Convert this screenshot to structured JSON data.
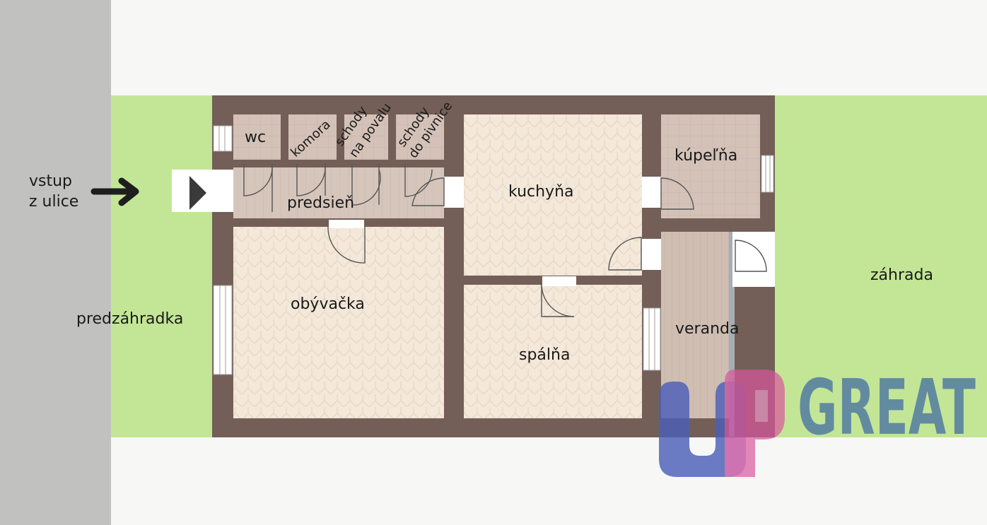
{
  "plan": {
    "rooms": {
      "wc": "wc",
      "komora": "komora",
      "stairs_up_1": "schody",
      "stairs_up_2": "na povalu",
      "stairs_down_1": "schody",
      "stairs_down_2": "do pivnice",
      "hall": "predsieň",
      "kitchen": "kuchyňa",
      "bathroom": "kúpeľňa",
      "living": "obývačka",
      "bedroom": "spálňa",
      "veranda": "veranda"
    },
    "outdoor": {
      "front_garden": "predzáhradka",
      "garden": "záhrada",
      "entry_1": "vstup",
      "entry_2": "z ulice"
    }
  },
  "logo": {
    "text": "GREAT"
  },
  "colors": {
    "wall": "#735f57",
    "lawn": "#c3e696",
    "street": "#c1c2bf",
    "floor_wood": "#f3e7d8",
    "floor_tile": "#d5c3b9",
    "logo_blue": "#4f78a3",
    "logo_pink": "#d9559d"
  },
  "icons": [
    "entry-arrow-icon",
    "entry-triangle-icon"
  ]
}
